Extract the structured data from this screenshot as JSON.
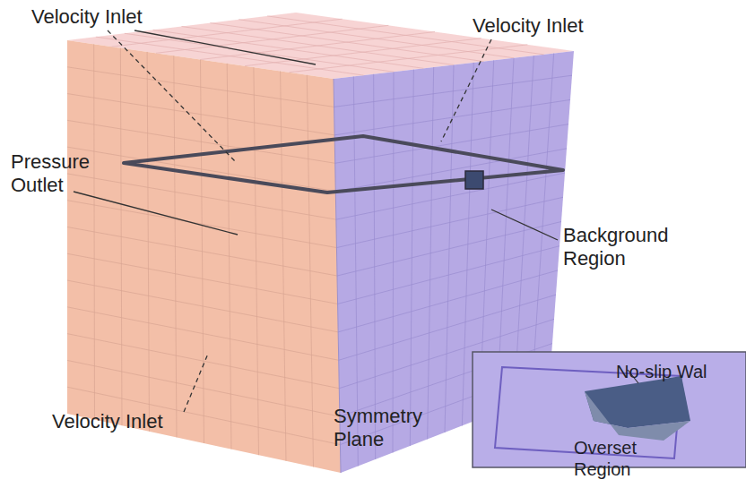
{
  "diagram": {
    "nodes": [
      {
        "text": [
          "No-slip Wal",
          "Overset Region"
        ]
      }
    ],
    "labels": [
      "Velocity Inlet",
      "Velocity Inlet",
      "Pressure Outlet",
      "Background Region",
      "Velocity Inlet",
      "Symmetry Plane"
    ]
  }
}
